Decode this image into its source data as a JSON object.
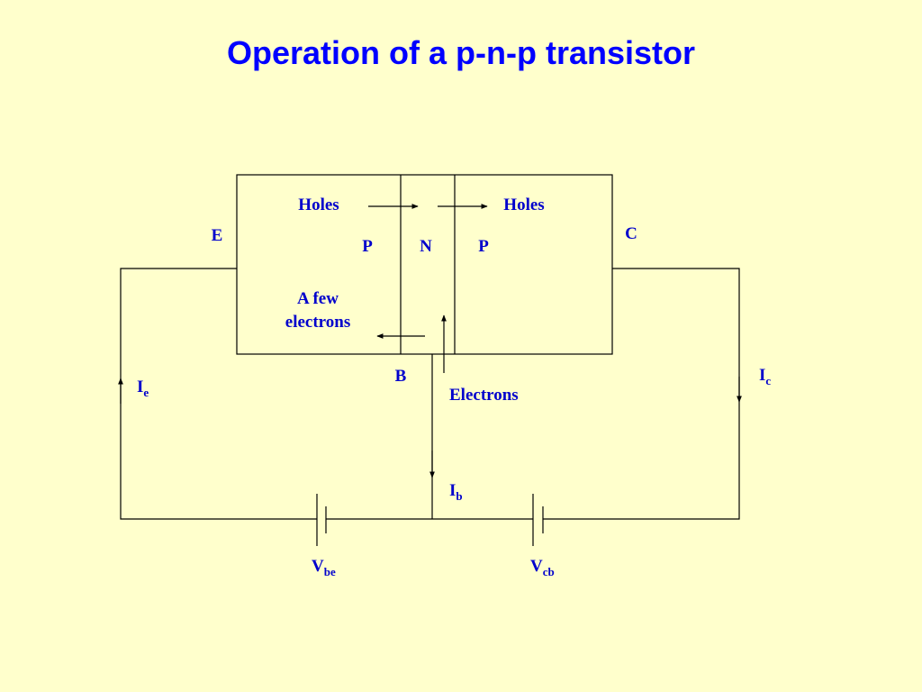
{
  "slide": {
    "title": "Operation of a p-n-p transistor"
  },
  "diagram": {
    "regions": {
      "left": "P",
      "middle": "N",
      "right": "P"
    },
    "terminals": {
      "emitter": "E",
      "collector": "C",
      "base": "B"
    },
    "carriers": {
      "holes_left": "Holes",
      "holes_right": "Holes",
      "few_electrons_line1": "A few",
      "few_electrons_line2": "electrons",
      "electrons": "Electrons"
    },
    "currents": {
      "emitter": {
        "symbol": "I",
        "subscript": "e"
      },
      "collector": {
        "symbol": "I",
        "subscript": "c"
      },
      "base": {
        "symbol": "I",
        "subscript": "b"
      }
    },
    "voltages": {
      "base_emitter": {
        "symbol": "V",
        "subscript": "be"
      },
      "collector_base": {
        "symbol": "V",
        "subscript": "cb"
      }
    }
  }
}
